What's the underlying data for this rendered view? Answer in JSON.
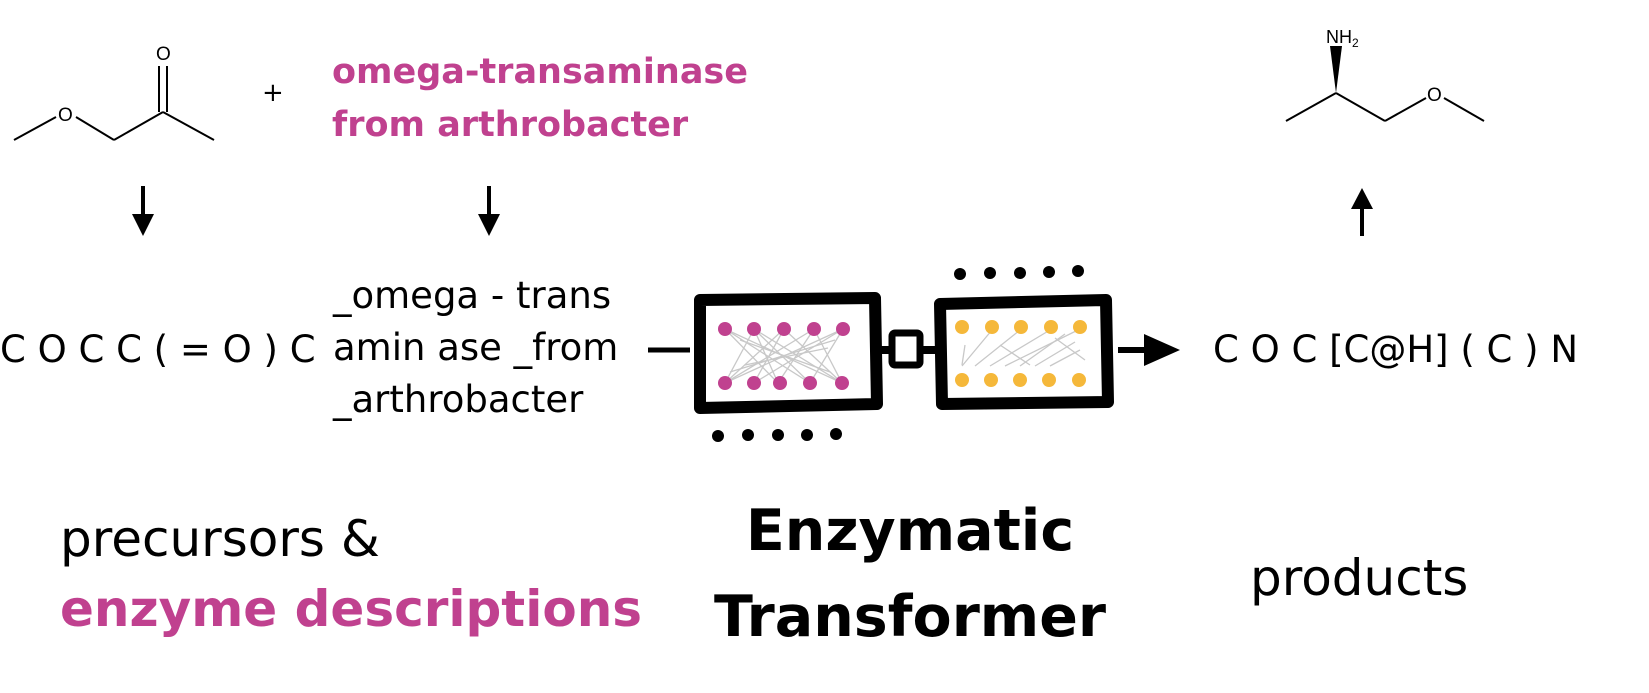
{
  "precursor_smiles": "C O C C ( = O ) C",
  "plus_sign": "+",
  "enzyme_description": [
    "omega-transaminase",
    "from arthrobacter"
  ],
  "enzyme_tokens": [
    "_omega - trans",
    "amin ase _from",
    "_arthrobacter"
  ],
  "product_smiles": "C O C [C@H] ( C ) N",
  "labels": {
    "precursors_line1": "precursors &",
    "precursors_line2": "enzyme descriptions",
    "model_line1": "Enzymatic",
    "model_line2": "Transformer",
    "products": "products"
  },
  "product_molecule": {
    "amine_label": "NH",
    "amine_subscript": "2",
    "oxygen_label": "O"
  },
  "precursor_molecule": {
    "oxygen_label": "O",
    "carbonyl_label": "O"
  },
  "colors": {
    "accent_pink": "#c0418f",
    "encoder_dot": "#c0418f",
    "decoder_dot": "#f5b83a",
    "ink": "#000000"
  }
}
